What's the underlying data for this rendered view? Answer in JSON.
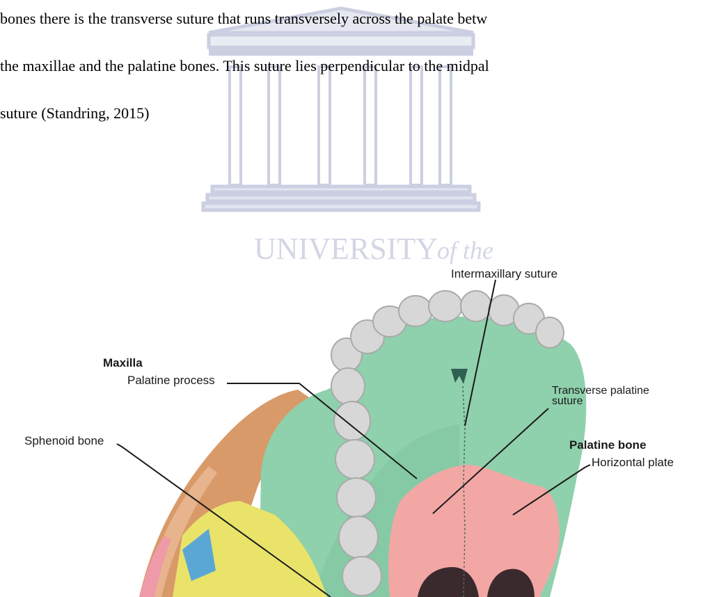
{
  "document": {
    "lines": [
      "bones there is the transverse suture that runs transversely across the palate betw",
      "the maxillae and the palatine bones.  This suture lies perpendicular to the midpal",
      "suture (Standring, 2015)"
    ]
  },
  "watermark": {
    "text_main": "UNIVERSITY",
    "text_italic": "of the"
  },
  "figure": {
    "labels": {
      "intermaxillary": "Intermaxillary suture",
      "maxilla_heading": "Maxilla",
      "palatine_process": "Palatine process",
      "transverse_line1": "Transverse palatine",
      "transverse_line2": "suture",
      "sphenoid": "Sphenoid bone",
      "palatine_bone_heading": "Palatine bone",
      "horizontal_plate": "Horizontal plate"
    },
    "colors": {
      "maxilla": "#8fd0ad",
      "maxilla_shade": "#6fb895",
      "palatine": "#f2a7a5",
      "teeth": "#d6d7d6",
      "sphenoid": "#e9e36a",
      "zygomatic": "#d99a6a",
      "blue": "#5aa7d6",
      "dark": "#3b2a2d"
    }
  }
}
